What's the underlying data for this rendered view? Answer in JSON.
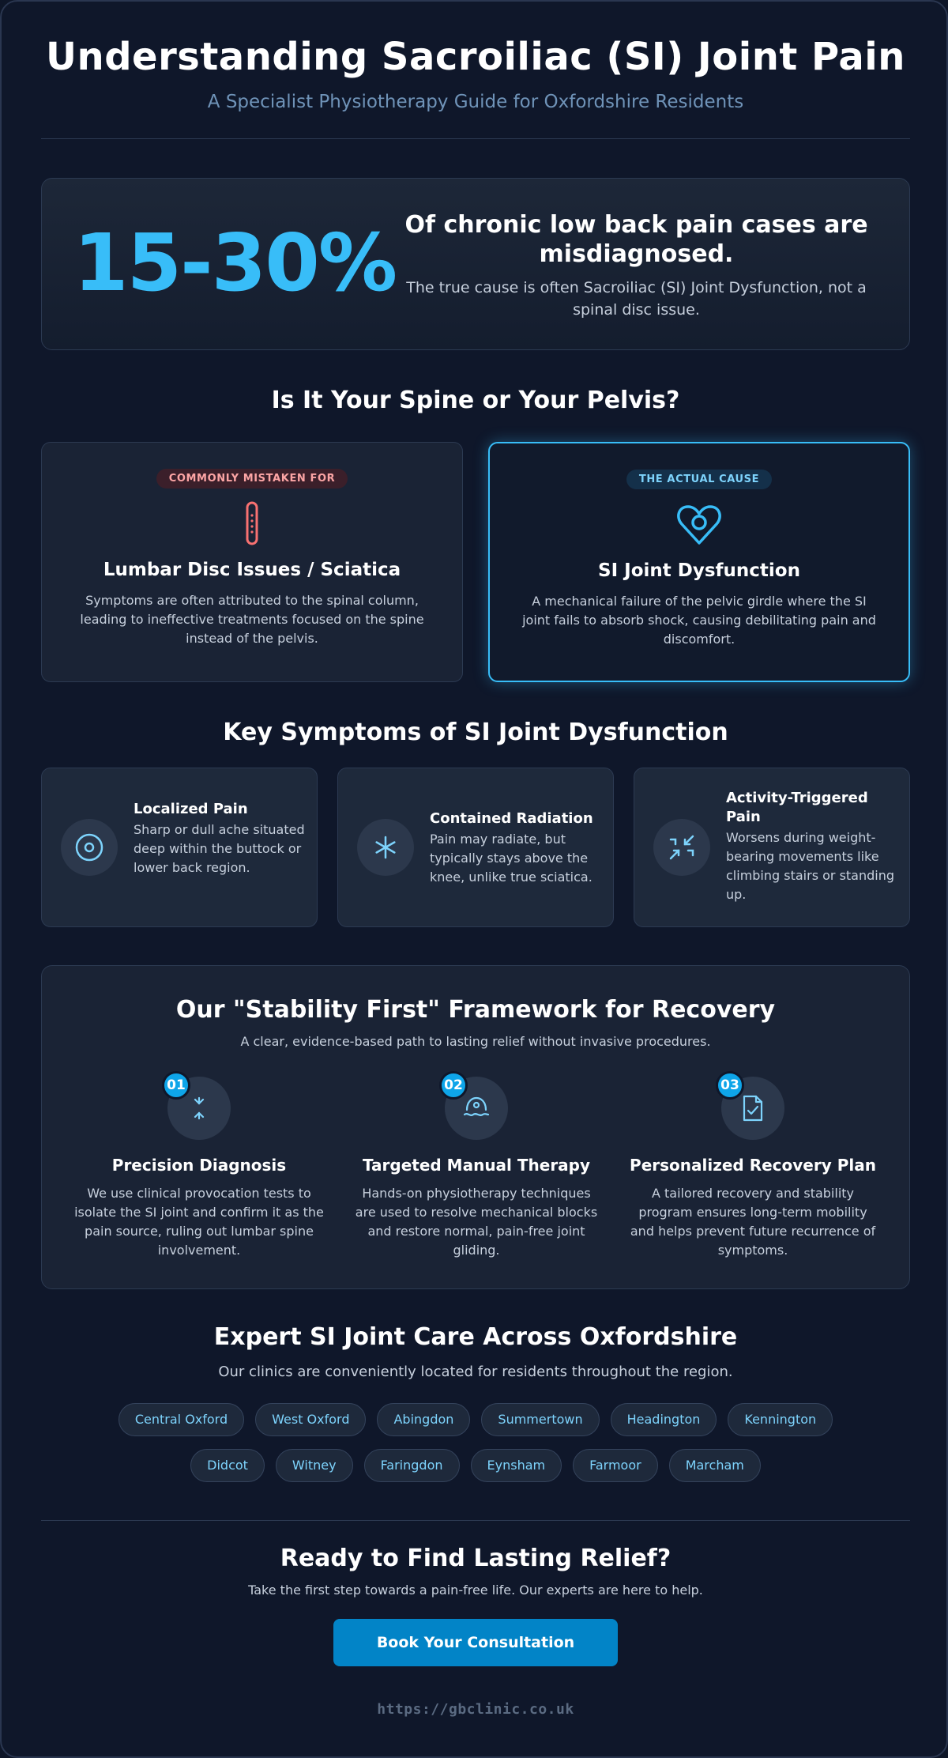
{
  "header": {
    "title": "Understanding Sacroiliac (SI) Joint Pain",
    "subtitle": "A Specialist Physiotherapy Guide for Oxfordshire Residents"
  },
  "stat": {
    "value": "15-30%",
    "headline": "Of chronic low back pain cases are misdiagnosed.",
    "detail": "The true cause is often Sacroiliac (SI) Joint Dysfunction, not a spinal disc issue."
  },
  "compare": {
    "title": "Is It Your Spine or Your Pelvis?",
    "mistaken": {
      "badge": "COMMONLY MISTAKEN FOR",
      "heading": "Lumbar Disc Issues / Sciatica",
      "text": "Symptoms are often attributed to the spinal column, leading to ineffective treatments focused on the spine instead of the pelvis.",
      "icon": "spine-icon"
    },
    "actual": {
      "badge": "THE ACTUAL CAUSE",
      "heading": "SI Joint Dysfunction",
      "text": "A mechanical failure of the pelvic girdle where the SI joint fails to absorb shock, causing debilitating pain and discomfort.",
      "icon": "pelvis-heart-icon"
    }
  },
  "symptoms": {
    "title": "Key Symptoms of SI Joint Dysfunction",
    "items": [
      {
        "heading": "Localized Pain",
        "text": "Sharp or dull ache situated deep within the buttock or lower back region.",
        "icon": "target-icon"
      },
      {
        "heading": "Contained Radiation",
        "text": "Pain may radiate, but typically stays above the knee, unlike true sciatica.",
        "icon": "asterisk-icon"
      },
      {
        "heading": "Activity-Triggered Pain",
        "text": "Worsens during weight-bearing movements like climbing stairs or standing up.",
        "icon": "compress-icon"
      }
    ]
  },
  "framework": {
    "title": "Our \"Stability First\" Framework for Recovery",
    "subtitle": "A clear, evidence-based path to lasting relief without invasive procedures.",
    "steps": [
      {
        "num": "01",
        "heading": "Precision Diagnosis",
        "text": "We use clinical provocation tests to isolate the SI joint and confirm it as the pain source, ruling out lumbar spine involvement.",
        "icon": "converge-arrows-icon"
      },
      {
        "num": "02",
        "heading": "Targeted Manual Therapy",
        "text": "Hands-on physiotherapy techniques are used to resolve mechanical blocks and restore normal, pain-free joint gliding.",
        "icon": "hands-therapy-icon"
      },
      {
        "num": "03",
        "heading": "Personalized Recovery Plan",
        "text": "A tailored recovery and stability program ensures long-term mobility and helps prevent future recurrence of symptoms.",
        "icon": "document-check-icon"
      }
    ]
  },
  "locations": {
    "title": "Expert SI Joint Care Across Oxfordshire",
    "subtitle": "Our clinics are conveniently located for residents throughout the region.",
    "row1": [
      "Central Oxford",
      "West Oxford",
      "Abingdon",
      "Summertown",
      "Headington",
      "Kennington"
    ],
    "row2": [
      "Didcot",
      "Witney",
      "Faringdon",
      "Eynsham",
      "Farmoor",
      "Marcham"
    ]
  },
  "cta": {
    "title": "Ready to Find Lasting Relief?",
    "subtitle": "Take the first step towards a pain-free life. Our experts are here to help.",
    "button": "Book Your Consultation",
    "url": "https://gbclinic.co.uk"
  },
  "colors": {
    "accent": "#38bdf8",
    "button": "#0284c7",
    "background": "#0f172a",
    "warning": "#f87171"
  }
}
